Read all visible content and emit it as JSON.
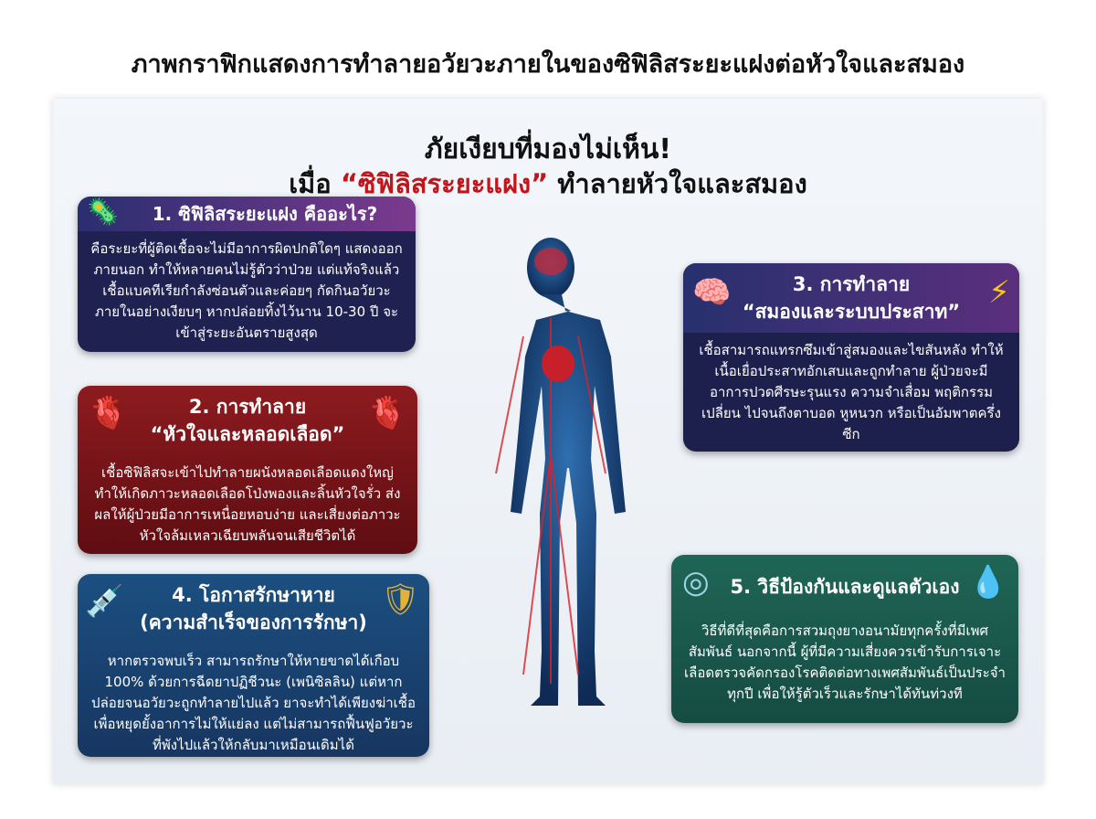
{
  "title": "ภาพกราฟิกแสดงการทำลายอวัยวะภายในของซิฟิลิสระยะแฝงต่อหัวใจและสมอง",
  "headline": {
    "line1": "ภัยเงียบที่มองไม่เห็น!",
    "line2_prefix": "เมื่อ",
    "line2_highlight": "“ซิฟิลิสระยะแฝง”",
    "line2_suffix": "ทำลายหัวใจและสมอง"
  },
  "colors": {
    "highlight": "#c0151b",
    "panel1": "#1f2150",
    "panel2": "#8d1b1f",
    "panel3": "#1d1f4d",
    "panel4": "#1b4f80",
    "panel5": "#1f6656"
  },
  "panels": [
    {
      "title": "1. ซิฟิลิสระยะแฝง คืออะไร?",
      "body": "คือระยะที่ผู้ติดเชื้อจะไม่มีอาการผิดปกติใดๆ แสดงออกภายนอก ทำให้หลายคนไม่รู้ตัวว่าป่วย แต่แท้จริงแล้วเชื้อแบคทีเรียกำลังซ่อนตัวและค่อยๆ กัดกินอวัยวะภายในอย่างเงียบๆ หากปล่อยทิ้งไว้นาน 10-30 ปี จะเข้าสู่ระยะอันตรายสูงสุด",
      "icon": "germ-icon"
    },
    {
      "title": "2. การทำลาย",
      "subtitle": "“หัวใจและหลอดเลือด”",
      "body": "เชื้อซิฟิลิสจะเข้าไปทำลายผนังหลอดเลือดแดงใหญ่ ทำให้เกิดภาวะหลอดเลือดโป่งพองและลิ้นหัวใจรั่ว ส่งผลให้ผู้ป่วยมีอาการเหนื่อยหอบง่าย และเสี่ยงต่อภาวะหัวใจล้มเหลวเฉียบพลันจนเสียชีวิตได้",
      "icon": "heart-icon"
    },
    {
      "title": "3. การทำลาย",
      "subtitle": "“สมองและระบบประสาท”",
      "body": "เชื้อสามารถแทรกซึมเข้าสู่สมองและไขสันหลัง ทำให้เนื้อเยื่อประสาทอักเสบและถูกทำลาย ผู้ป่วยจะมีอาการปวดศีรษะรุนแรง ความจำเสื่อม พฤติกรรมเปลี่ยน ไปจนถึงตาบอด หูหนวก หรือเป็นอัมพาตครึ่งซีก",
      "icon": "brain-icon"
    },
    {
      "title": "4. โอกาสรักษาหาย",
      "subtitle": "(ความสำเร็จของการรักษา)",
      "body": "หากตรวจพบเร็ว สามารถรักษาให้หายขาดได้เกือบ 100% ด้วยการฉีดยาปฏิชีวนะ (เพนิซิลลิน) แต่หากปล่อยจนอวัยวะถูกทำลายไปแล้ว ยาจะทำได้เพียงฆ่าเชื้อเพื่อหยุดยั้งอาการไม่ให้แย่ลง แต่ไม่สามารถฟื้นฟูอวัยวะที่พังไปแล้วให้กลับมาเหมือนเดิมได้",
      "icon": "syringe-icon"
    },
    {
      "title": "5. วิธีป้องกันและดูแลตัวเอง",
      "body": "วิธีที่ดีที่สุดคือการสวมถุงยางอนามัยทุกครั้งที่มีเพศสัมพันธ์ นอกจากนี้ ผู้ที่มีความเสี่ยงควรเข้ารับการเจาะเลือดตรวจคัดกรองโรคติดต่อทางเพศสัมพันธ์เป็นประจำทุกปี เพื่อให้รู้ตัวเร็วและรักษาได้ทันท่วงที",
      "icon": "condom-icon"
    }
  ]
}
